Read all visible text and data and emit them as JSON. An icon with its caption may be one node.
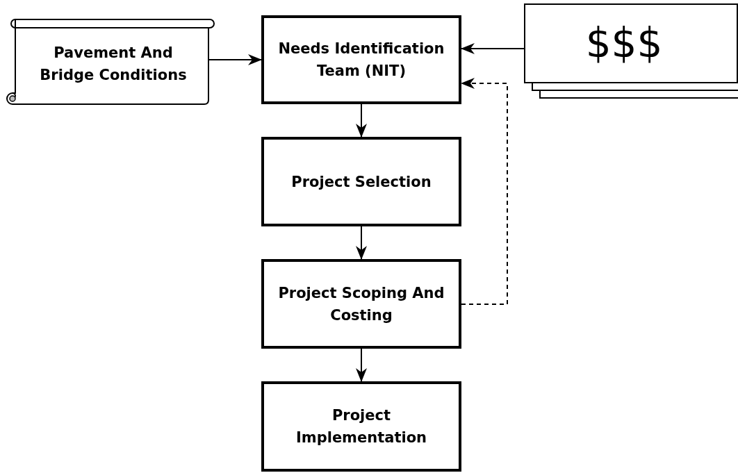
{
  "diagram": {
    "nodes": [
      {
        "text": [
          "Pavement And Bridge Conditions"
        ]
      },
      {
        "text": [
          "Needs Identification Team (NIT)"
        ]
      },
      {
        "text": [
          "$$$"
        ]
      },
      {
        "text": [
          "Project Selection"
        ]
      },
      {
        "text": [
          "Project Scoping And Costing"
        ]
      },
      {
        "text": [
          "Project Implementation"
        ]
      }
    ],
    "edges": [
      {
        "from": 0,
        "to": 1,
        "arrow": "to"
      },
      {
        "from": 2,
        "to": 1,
        "arrow": "to"
      },
      {
        "from": 1,
        "to": 3,
        "arrow": "to"
      },
      {
        "from": 3,
        "to": 4,
        "arrow": "to"
      },
      {
        "from": 4,
        "to": 5,
        "arrow": "to"
      },
      {
        "from": 4,
        "to": 1,
        "arrow": "to",
        "style": "dashed"
      }
    ]
  }
}
